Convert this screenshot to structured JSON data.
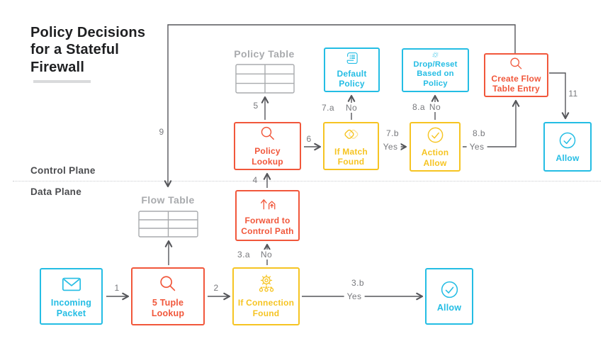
{
  "title": "Policy Decisions\nfor a Stateful\nFirewall",
  "planes": {
    "control_label": "Control Plane",
    "data_label": "Data Plane"
  },
  "tables": {
    "policy": {
      "label": "Policy Table"
    },
    "flow": {
      "label": "Flow Table"
    }
  },
  "nodes": {
    "incoming_packet": {
      "label": "Incoming\nPacket",
      "icon": "envelope-icon",
      "color": "cyan"
    },
    "five_tuple_lookup": {
      "label": "5 Tuple\nLookup",
      "icon": "search-icon",
      "color": "red"
    },
    "if_connection_found": {
      "label": "If Connection\nFound",
      "icon": "gear-network-icon",
      "color": "yellow"
    },
    "allow_data": {
      "label": "Allow",
      "icon": "check-circle-icon",
      "color": "cyan"
    },
    "forward_to_control_path": {
      "label": "Forward to\nControl Path",
      "icon": "export-up-icon",
      "color": "red"
    },
    "policy_lookup": {
      "label": "Policy\nLookup",
      "icon": "search-icon",
      "color": "red"
    },
    "if_match_found": {
      "label": "If Match\nFound",
      "icon": "match-shapes-icon",
      "color": "yellow"
    },
    "action_allow": {
      "label": "Action\nAllow",
      "icon": "check-circle-icon",
      "color": "yellow"
    },
    "default_policy": {
      "label": "Default\nPolicy",
      "icon": "scroll-icon",
      "color": "cyan"
    },
    "drop_reset": {
      "label": "Drop/Reset\nBased on Policy",
      "icon": "reset-icon",
      "color": "cyan"
    },
    "create_flow_table_entry": {
      "label": "Create Flow\nTable Entry",
      "icon": "search-icon",
      "color": "red"
    },
    "allow_control": {
      "label": "Allow",
      "icon": "check-circle-icon",
      "color": "cyan"
    }
  },
  "edge_labels": {
    "e1": "1",
    "e2": "2",
    "e3a": "3.a",
    "e3a_answer": "No",
    "e3b": "3.b",
    "e3b_answer": "Yes",
    "e4": "4",
    "e5": "5",
    "e6": "6",
    "e7a": "7.a",
    "e7a_answer": "No",
    "e7b": "7.b",
    "e7b_answer": "Yes",
    "e8a": "8.a",
    "e8a_answer": "No",
    "e8b": "8.b",
    "e8b_answer": "Yes",
    "e9": "9",
    "e11": "11"
  },
  "colors": {
    "red": "#F1573B",
    "yellow": "#F6C422",
    "cyan": "#24BDE4",
    "line": "#55565A",
    "label": "#77787C",
    "muted": "#A8AAAD",
    "plane": "#4B4C4F",
    "ink": "#1E1F21",
    "rule": "#D9DADC",
    "divider": "#C9CBCE"
  }
}
